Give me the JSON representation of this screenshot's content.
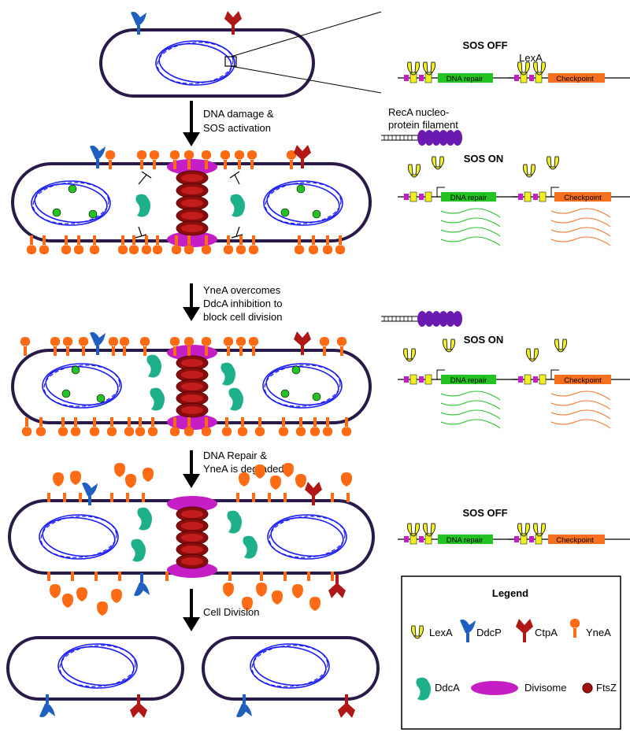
{
  "steps": {
    "damage": [
      "DNA damage &",
      "SOS activation"
    ],
    "overcome": [
      "YneA overcomes",
      "DdcA inhibition to",
      "block cell division"
    ],
    "repair": [
      "DNA Repair &",
      "YneA is degraded"
    ],
    "division": [
      "Cell Division"
    ]
  },
  "sos": {
    "off_label": "SOS OFF",
    "on_label": "SOS ON",
    "lexa_label": "LexA",
    "reca_label": [
      "RecA nucleo-",
      "protein filament"
    ],
    "gene_repair": "DNA repair",
    "gene_checkpoint": "Checkpoint"
  },
  "legend": {
    "title": "Legend",
    "items": [
      "LexA",
      "DdcP",
      "CtpA",
      "YneA",
      "DdcA",
      "Divisome",
      "FtsZ"
    ]
  },
  "colors": {
    "membrane": "#2a1a4a",
    "dna": "#1a1aff",
    "yneA": "#ff6a14",
    "ddcP": "#1f5fbf",
    "ctpA": "#b01818",
    "ddcA": "#1eb08a",
    "divisome": "#c41ec4",
    "ftsZ": "#a01010",
    "lexA": "#f0f020",
    "dna_repair_gene": "#22c322",
    "checkpoint_gene": "#f4701e",
    "reca": "#6a1ab0"
  }
}
